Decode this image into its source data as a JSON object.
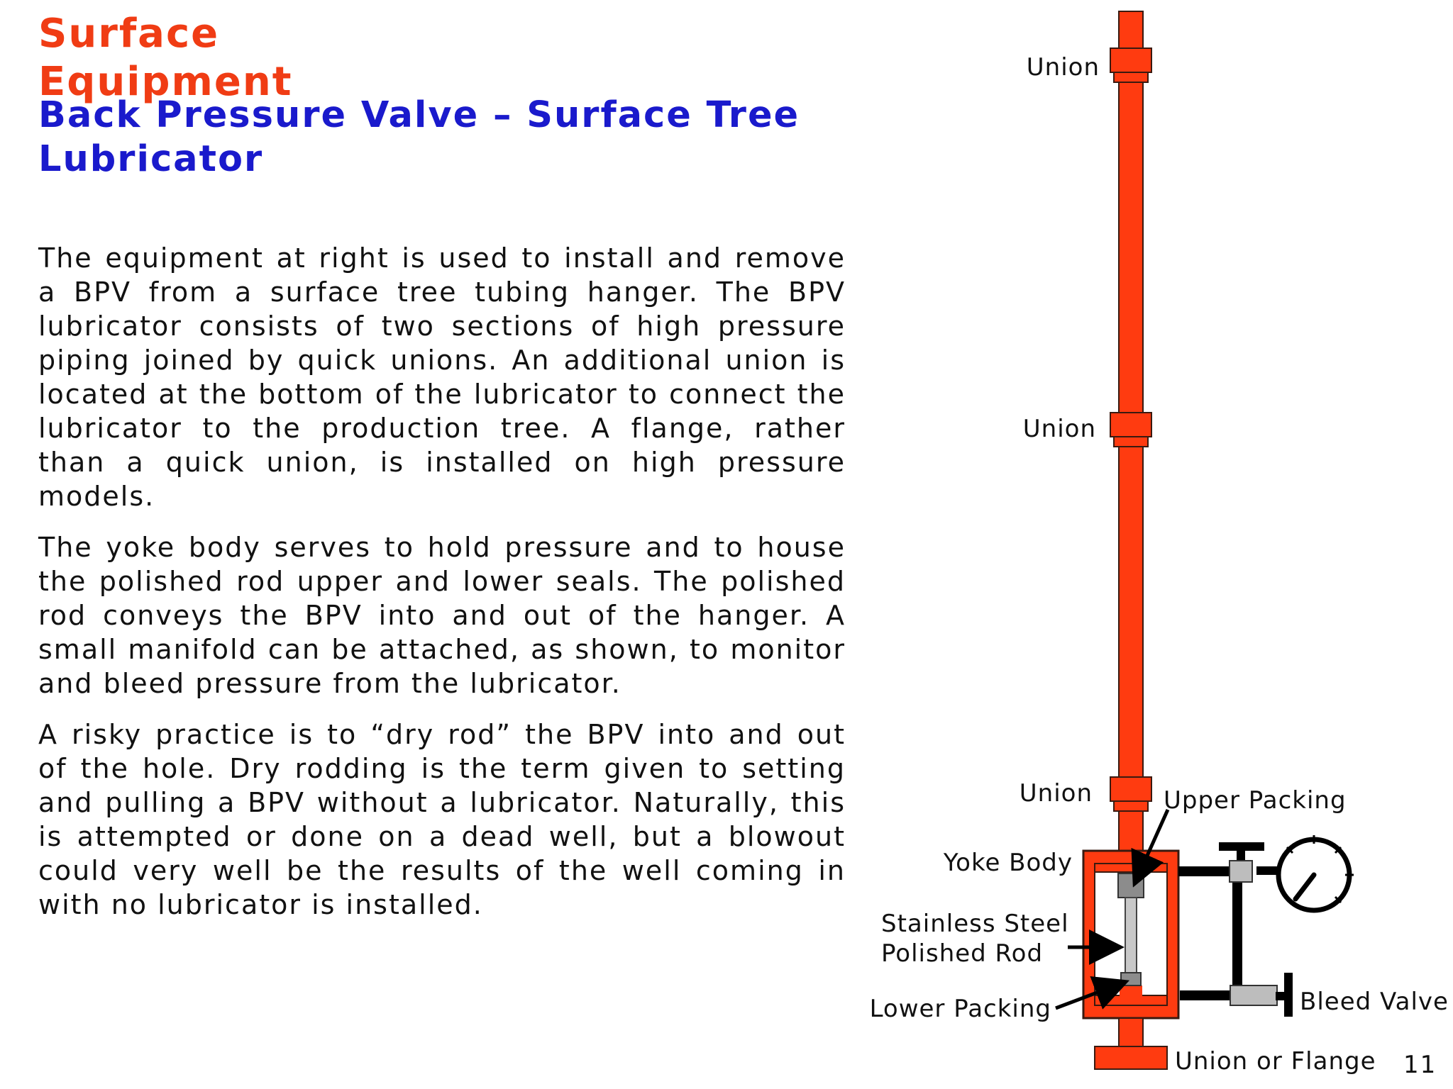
{
  "slide": {
    "title_line1": "Surface",
    "title_line2": "Equipment",
    "subtitle_line1": "Back Pressure Valve – Surface Tree",
    "subtitle_line2": "Lubricator",
    "paragraphs": [
      "The equipment at right is used to install and remove a BPV from a surface tree tubing hanger. The BPV lubricator consists of two sections of high pressure piping joined by quick unions. An additional union is located at the bottom of the lubricator to connect the lubricator to the production tree. A flange, rather than a quick union, is installed on high pressure models.",
      "The yoke body serves to hold pressure and to house the polished rod upper and lower seals. The polished rod conveys the BPV into and out of the hanger. A small manifold can be attached, as shown, to monitor and  bleed pressure from the lubricator.",
      "A risky practice is to “dry rod” the BPV into and out of the hole. Dry rodding is the term given to setting and pulling a BPV without a lubricator. Naturally, this is attempted or done on a dead well, but a blowout could very well be the results of the well coming in with no lubricator is installed."
    ],
    "page_number": "11"
  },
  "diagram": {
    "labels": {
      "union_top": "Union",
      "union_middle": "Union",
      "union_bottom": "Union",
      "upper_packing": "Upper Packing",
      "yoke_body": "Yoke Body",
      "polished_rod_line1": "Stainless Steel",
      "polished_rod_line2": "Polished Rod",
      "lower_packing": "Lower Packing",
      "bleed_valve": "Bleed Valve",
      "union_or_flange": "Union or Flange"
    },
    "colors": {
      "pipe": "#ff3b10",
      "pipe_outline": "#3a1a10",
      "packing": "#8c8c8c",
      "rod": "#c8c8c8",
      "manifold": "#000000",
      "valve_body": "#bdbdbd"
    },
    "icons": [
      "pressure-gauge-icon",
      "arrow-icon"
    ]
  }
}
